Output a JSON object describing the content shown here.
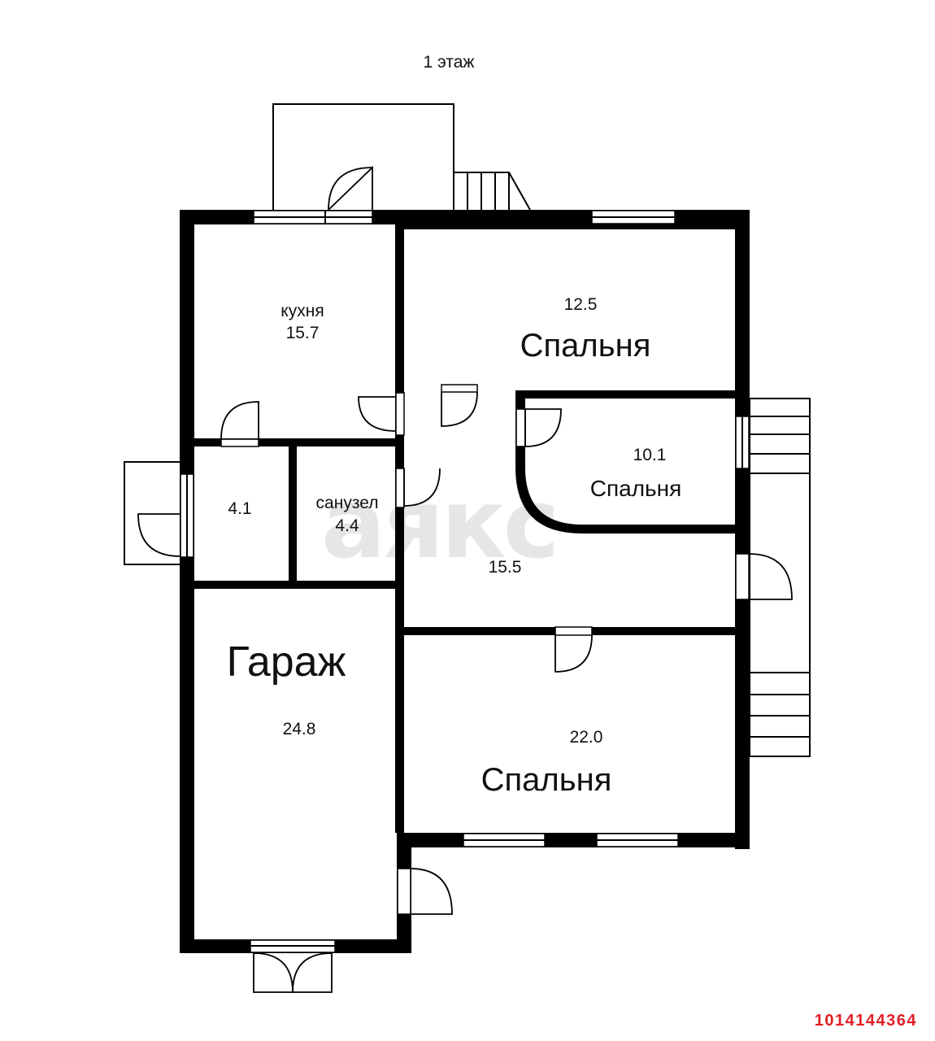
{
  "floor_title": "1 этаж",
  "watermark": "аякс",
  "rooms": {
    "kitchen": {
      "name": "кухня",
      "area": "15.7"
    },
    "bedroom_top": {
      "area": "12.5",
      "name": "Спальня"
    },
    "bedroom_middle": {
      "area": "10.1",
      "name": "Спальня"
    },
    "storage": {
      "area": "4.1"
    },
    "bathroom": {
      "name": "санузел",
      "area": "4.4"
    },
    "hall": {
      "area": "15.5"
    },
    "garage": {
      "name": "Гараж",
      "area": "24.8"
    },
    "bedroom_bottom": {
      "area": "22.0",
      "name": "Спальня"
    }
  },
  "listing_id": "1014144364",
  "colors": {
    "walls": "#000000",
    "listing_id": "#e01f26",
    "watermark": "#e6e6e6"
  }
}
